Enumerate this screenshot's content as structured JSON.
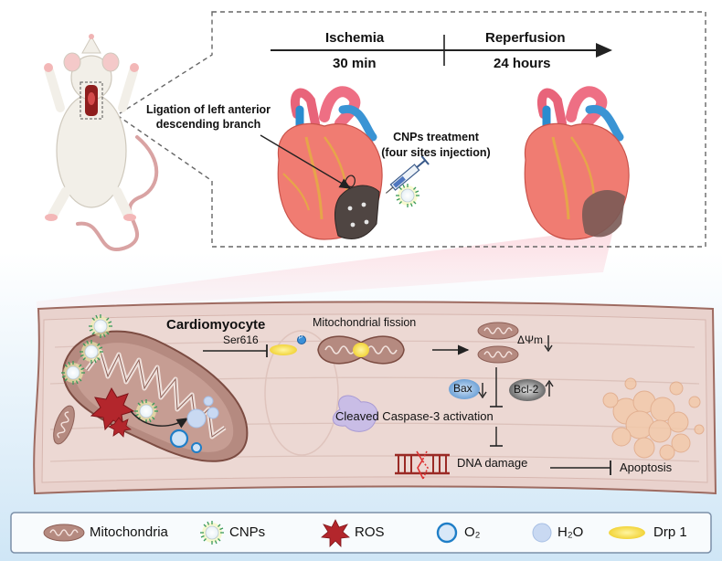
{
  "timeline": {
    "ischemia_label": "Ischemia",
    "ischemia_duration": "30 min",
    "reperfusion_label": "Reperfusion",
    "reperfusion_duration": "24 hours"
  },
  "surgery": {
    "ligation_line1": "Ligation of left anterior",
    "ligation_line2": "descending branch",
    "treatment_line1": "CNPs treatment",
    "treatment_line2": "(four sites injection)"
  },
  "cell": {
    "title": "Cardiomyocyte",
    "ser616": "Ser616",
    "phospho": "P",
    "fission": "Mitochondrial fission",
    "delta_psi": "ΔΨm",
    "bax": "Bax",
    "bcl2": "Bcl-2",
    "caspase": "Cleaved Caspase-3 activation",
    "dna_damage": "DNA damage",
    "apoptosis": "Apoptosis"
  },
  "legend": [
    {
      "label": "Mitochondria",
      "icon": "mitochondria-icon"
    },
    {
      "label": "CNPs",
      "icon": "cnp-nanoparticle-icon"
    },
    {
      "label": "ROS",
      "icon": "ros-star-icon"
    },
    {
      "label": "O₂",
      "icon": "oxygen-circle-icon"
    },
    {
      "label": "H₂O",
      "icon": "water-circle-icon"
    },
    {
      "label": "Drp 1",
      "icon": "drp1-icon"
    }
  ],
  "colors": {
    "mito": "#b58a80",
    "ros": "#b3262c",
    "o2": "#1f7ec7",
    "h2o": "#c9d9f2",
    "drp1": "#f5e04a",
    "heart": "#f07c72",
    "infarct": "#5a4a46",
    "cell_bg": "#e9d2cd"
  }
}
